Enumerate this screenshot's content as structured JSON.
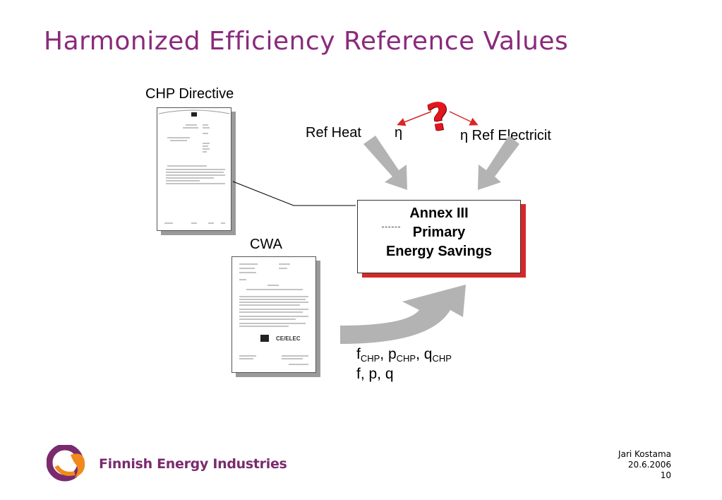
{
  "slide": {
    "title": "Harmonized Efficiency Reference Values",
    "chp_directive_label": "CHP Directive",
    "cwa_label": "CWA",
    "ref_heat_label": "Ref Heat",
    "eta_symbol": "η",
    "ref_electricity_label": "η Ref Electricit",
    "question_mark": "?",
    "annex": {
      "line1": "Annex III",
      "line2": "Primary",
      "line3": "Energy Savings"
    },
    "formula": {
      "f": "f",
      "f_sub": "CHP",
      "comma1": ",",
      "p": " p",
      "p_sub": "CHP",
      "comma2": ",",
      "q": " q",
      "q_sub": "CHP",
      "line2": "f, p, q"
    },
    "cwa_doc_logo": "CE/ELEC"
  },
  "footer": {
    "author": "Jari Kostama",
    "date": "20.6.2006",
    "page": "10"
  },
  "logo": {
    "name": "Finnish Energy Industries",
    "icon": "finnish-energy-logo-icon",
    "colors": {
      "purple": "#7a2b6e",
      "orange": "#f08a1c"
    }
  },
  "colors": {
    "title": "#8a2a7c",
    "arrow": "#b3b3b3",
    "accent_red": "#d62828"
  }
}
